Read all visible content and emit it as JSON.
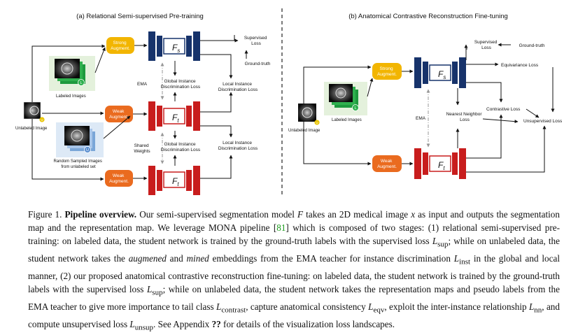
{
  "panel_a": {
    "title": "(a) Relational Semi-supervised Pre-training",
    "unlabeled_image": "Unlabeled Image",
    "labeled_images": "Labeled Images",
    "random_sampled": [
      "Random Sampled Images",
      "from unlabeled set"
    ],
    "strong_augment": [
      "Strong",
      "Augment."
    ],
    "weak_augment": [
      "Weak",
      "Augment."
    ],
    "weak_augment_2": [
      "Weak",
      "Augment."
    ],
    "student_net": "F",
    "student_sub": "s",
    "teacher_net": "F",
    "teacher_sub": "t",
    "teacher2_net": "F",
    "teacher2_sub": "t",
    "ema": "EMA",
    "shared_weights": [
      "Shared",
      "Weights"
    ],
    "supervised_loss": [
      "Supervised",
      "Loss"
    ],
    "ground_truth": "Ground-truth",
    "global_loss_1": [
      "Global Instance",
      "Discrimination Loss"
    ],
    "local_loss_1": [
      "Local Instance",
      "Discrimination Loss"
    ],
    "global_loss_2": [
      "Global Instance",
      "Discrimination Loss"
    ],
    "local_loss_2": [
      "Local Instance",
      "Discrimination Loss"
    ],
    "badge_l": "L",
    "badge_u": "U",
    "badge_u_small": "U"
  },
  "panel_b": {
    "title": "(b) Anatomical Contrastive Reconstruction Fine-tuning",
    "unlabeled_image": "Unlabeled Image",
    "labeled_images": "Labeled Images",
    "strong_augment": [
      "Strong",
      "Augment."
    ],
    "weak_augment": [
      "Weak",
      "Augment."
    ],
    "student_net": "F",
    "student_sub": "s",
    "teacher_net": "F",
    "teacher_sub": "t",
    "ema": "EMA",
    "supervised_loss": [
      "Supervised",
      "Loss"
    ],
    "ground_truth": "Ground-truth",
    "equivariance_loss": "Equivariance Loss",
    "contrastive_loss": "Contrastive Loss",
    "nearest_neighbor_loss": [
      "Nearest Neighbor",
      "Loss"
    ],
    "unsupervised_loss": "Unsupervised Loss",
    "badge_l": "L",
    "badge_u": "U"
  },
  "caption": {
    "label": "Figure 1.",
    "title": "Pipeline overview.",
    "t1": " Our semi-supervised segmentation model ",
    "F": "F",
    "t2": " takes an 2D medical image ",
    "x": "x",
    "t3": " as input and outputs the segmentation map and the representation map. We leverage MONA pipeline [",
    "ref": "81",
    "t4": "] which is composed of two stages: (1) relational semi-supervised pre-training: on labeled data, the student network is trained by the ground-truth labels with the supervised loss ",
    "sup1": "sup",
    "t5": "; while on unlabeled data, the student network takes the ",
    "augmened": "augmened",
    "t6": " and ",
    "mined": "mined",
    "t7": " embeddings from the EMA teacher for instance discrimination ",
    "inst": "inst",
    "t8": " in the global and local manner, (2) our proposed anatomical contrastive reconstruction fine-tuning: on labeled data, the student network is trained by the ground-truth labels with the supervised loss ",
    "sup2": "sup",
    "t9": "; while on unlabeled data, the student network takes the representation maps and pseudo labels from the EMA teacher to give more importance to tail class ",
    "contrast": "contrast",
    "t10": ", capture anatomical consistency ",
    "eqv": "eqv",
    "t11": ", exploit the inter-instance relationship ",
    "nn": "nn",
    "t12": ", and compute unsupervised loss ",
    "unsup": "unsup",
    "t13": ". See Appendix ",
    "qq": "??",
    "t14": " for details of the visualization loss landscapes.",
    "L": "L"
  }
}
